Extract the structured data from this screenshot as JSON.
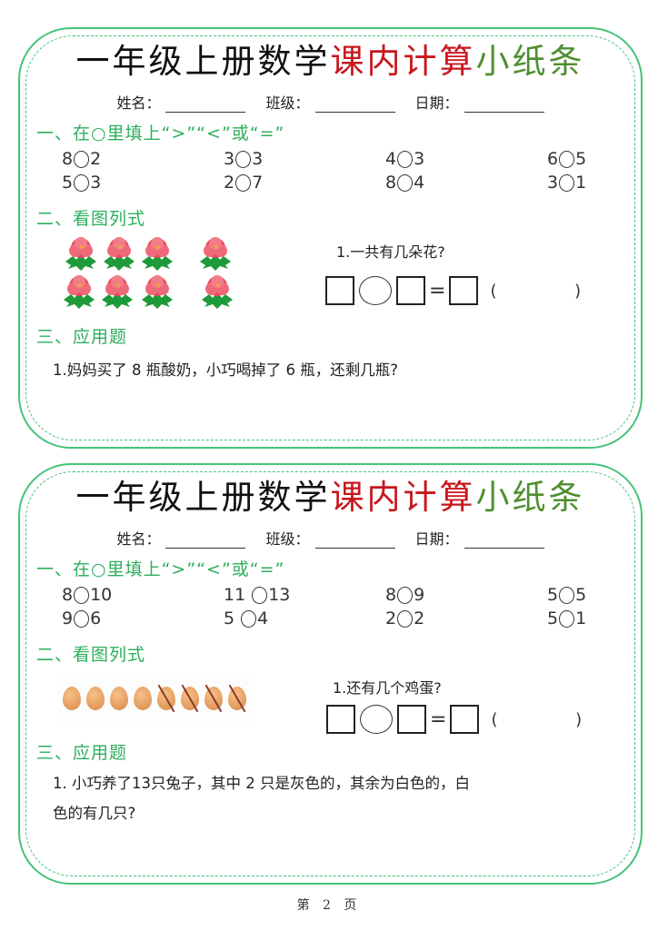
{
  "cards": [
    {
      "title": {
        "part_black": "一年级上册数学",
        "part_red": "课内计算",
        "part_green": "小纸条"
      },
      "info": {
        "name_label": "姓名：",
        "class_label": "班级：",
        "date_label": "日期："
      },
      "section1": {
        "heading": "一、在○里填上“>”“<”或“=”",
        "rows": [
          [
            {
              "left": "8",
              "right": "2"
            },
            {
              "left": "3",
              "right": "3"
            },
            {
              "left": "4",
              "right": "3"
            },
            {
              "left": "6",
              "right": "5"
            }
          ],
          [
            {
              "left": "5",
              "right": "3"
            },
            {
              "left": "2",
              "right": "7"
            },
            {
              "left": "8",
              "right": "4"
            },
            {
              "left": "3",
              "right": "1"
            }
          ]
        ]
      },
      "section2": {
        "heading": "二、看图列式",
        "picture": "flowers",
        "picture_description": "8 red flowers: two rows of 3 plus 1 separated",
        "question": "1.一共有几朵花?",
        "answer_parens": "(    )"
      },
      "section3": {
        "heading": "三、应用题",
        "problem_line1": "1.妈妈买了 8 瓶酸奶，小巧喝掉了 6 瓶，还剩几瓶?",
        "problem_line2": ""
      }
    },
    {
      "title": {
        "part_black": "一年级上册数学",
        "part_red": "课内计算",
        "part_green": "小纸条"
      },
      "info": {
        "name_label": "姓名：",
        "class_label": "班级：",
        "date_label": "日期："
      },
      "section1": {
        "heading": "一、在○里填上“>”“<”或“=”",
        "rows": [
          [
            {
              "left": "8",
              "right": "10"
            },
            {
              "left": "11 ",
              "right": "13"
            },
            {
              "left": "8",
              "right": "9"
            },
            {
              "left": "5",
              "right": "5"
            }
          ],
          [
            {
              "left": "9",
              "right": "6"
            },
            {
              "left": "5 ",
              "right": "4"
            },
            {
              "left": "2",
              "right": "2"
            },
            {
              "left": "5",
              "right": "1"
            }
          ]
        ]
      },
      "section2": {
        "heading": "二、看图列式",
        "picture": "eggs",
        "picture_description": "8 eggs, last 4 crossed out",
        "question": "1.还有几个鸡蛋?",
        "answer_parens": "(    )"
      },
      "section3": {
        "heading": "三、应用题",
        "problem_line1": "1. 小巧养了13只兔子，其中 2 只是灰色的，其余为白色的，白",
        "problem_line2": "色的有几只?"
      }
    }
  ],
  "footer": {
    "page_label": "第 2 页"
  },
  "colors": {
    "border": "#46c278",
    "heading_green": "#2dae5c",
    "title_red": "#c8161d",
    "title_green": "#4f8f2f"
  }
}
